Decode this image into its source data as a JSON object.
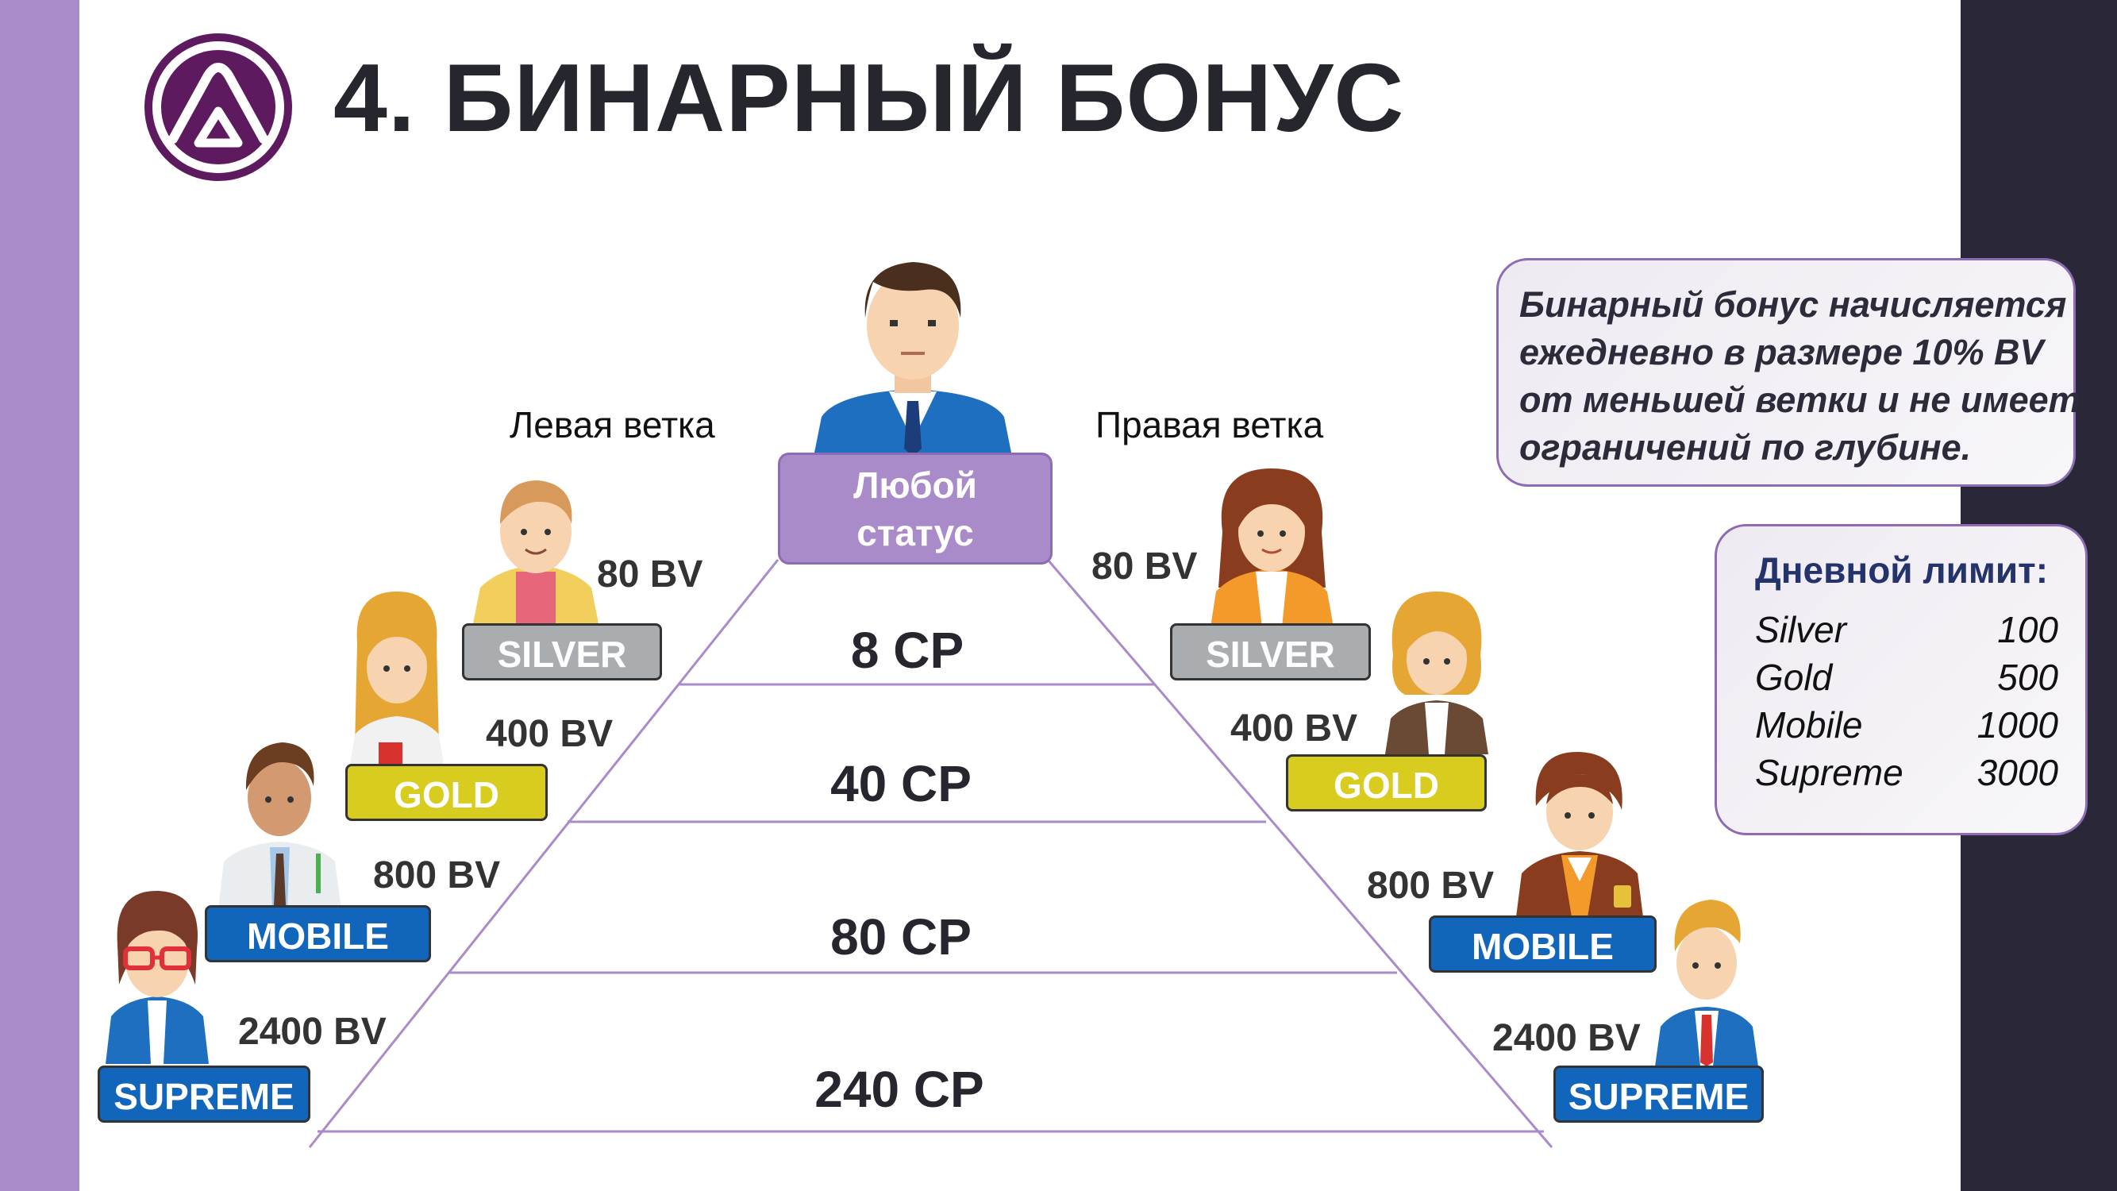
{
  "title": "4. БИНАРНЫЙ БОНУС",
  "branches": {
    "left": "Левая ветка",
    "right": "Правая ветка"
  },
  "top_status": {
    "line1": "Любой",
    "line2": "статус"
  },
  "levels": [
    {
      "status": "SILVER",
      "bv_left": "80 BV",
      "bv_right": "80 BV",
      "cp": "8 CP"
    },
    {
      "status": "GOLD",
      "bv_left": "400 BV",
      "bv_right": "400 BV",
      "cp": "40 CP"
    },
    {
      "status": "MOBILE",
      "bv_left": "800 BV",
      "bv_right": "800 BV",
      "cp": "80 CP"
    },
    {
      "status": "SUPREME",
      "bv_left": "2400 BV",
      "bv_right": "2400 BV",
      "cp": "240 CP"
    }
  ],
  "info": {
    "lines": [
      "Бинарный бонус начисляется",
      "ежедневно в размере 10% BV",
      "от меньшей ветки и не имеет",
      "ограничений по глубине."
    ]
  },
  "daily_limit": {
    "title": "Дневной лимит:",
    "rows": [
      {
        "name": "Silver",
        "value": "100"
      },
      {
        "name": "Gold",
        "value": "500"
      },
      {
        "name": "Mobile",
        "value": "1000"
      },
      {
        "name": "Supreme",
        "value": "3000"
      }
    ]
  },
  "colors": {
    "accent_purple": "#a98bc9",
    "dark": "#2a2838",
    "silver": "#a9adb0",
    "gold": "#d8cc1e",
    "blue": "#1166bb",
    "logo": "#5e1a5e"
  }
}
